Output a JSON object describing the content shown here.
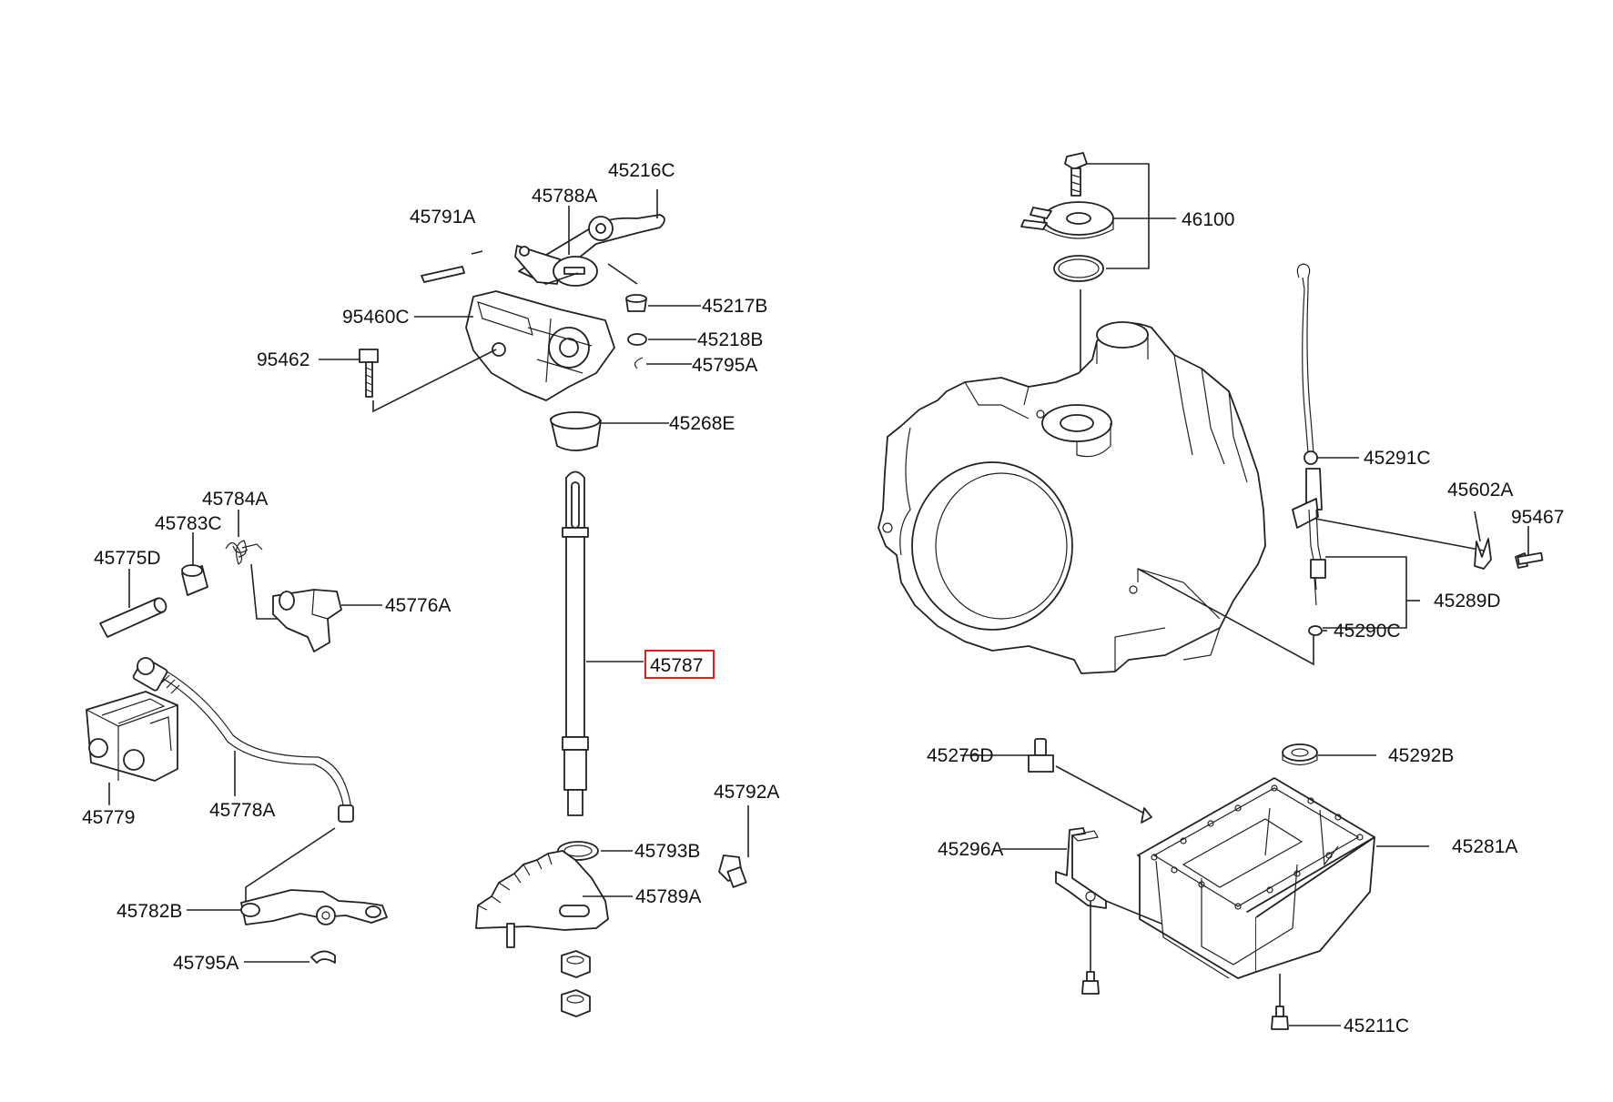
{
  "diagram": {
    "highlight_color": "#e02020",
    "line_color": "#222222",
    "labels": {
      "l45216C": "45216C",
      "l45788A": "45788A",
      "l45791A": "45791A",
      "l95460C": "95460C",
      "l45217B": "45217B",
      "l45218B": "45218B",
      "l95462": "95462",
      "l45795A_top": "45795A",
      "l45268E": "45268E",
      "l45784A": "45784A",
      "l45783C": "45783C",
      "l45775D": "45775D",
      "l45776A": "45776A",
      "l45787": "45787",
      "l45779": "45779",
      "l45778A": "45778A",
      "l45792A": "45792A",
      "l45793B": "45793B",
      "l45789A": "45789A",
      "l45782B": "45782B",
      "l45795A_bottom": "45795A",
      "l46100": "46100",
      "l45291C": "45291C",
      "l45602A": "45602A",
      "l95467": "95467",
      "l45289D": "45289D",
      "l45290C": "45290C",
      "l45276D": "45276D",
      "l45292B": "45292B",
      "l45281A": "45281A",
      "l45296A": "45296A",
      "l45211C": "45211C"
    }
  }
}
